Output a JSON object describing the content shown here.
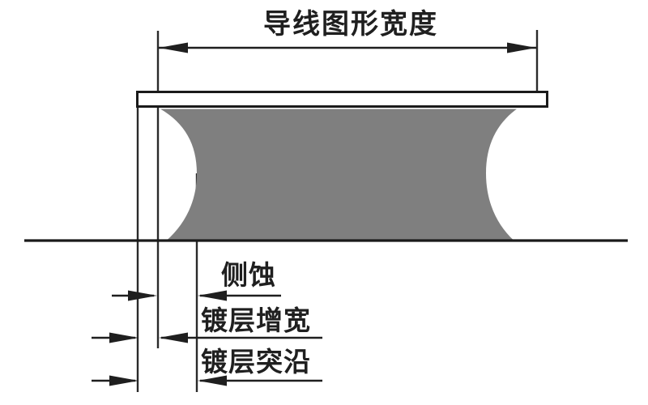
{
  "diagram": {
    "title": "导线图形宽度",
    "labels": {
      "side_etch": "侧蚀",
      "plating_widening": "镀层增宽",
      "plating_overhang": "镀层突沿"
    },
    "colors": {
      "line": "#1f1f1f",
      "copper_fill": "#7f7f7f",
      "background": "#ffffff"
    }
  }
}
